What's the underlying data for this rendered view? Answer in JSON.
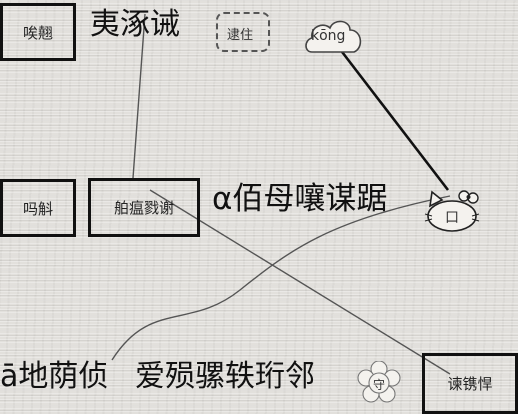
{
  "labels": {
    "box_top_left": "唉翹",
    "box_mid_left": "吗斛",
    "box_center": "舶瘟戮谢",
    "box_bottom_right": "谏镌悍"
  },
  "headings": {
    "top": "夷涿诫",
    "middle": "α佰母嚷谋踞",
    "bottom_left": "ā地荫侦",
    "bottom_right": "爱殒骡轶珩邻"
  },
  "decorations": {
    "stamp": "逮住",
    "cloud": "kōng",
    "cat": "口",
    "flower": "守"
  }
}
